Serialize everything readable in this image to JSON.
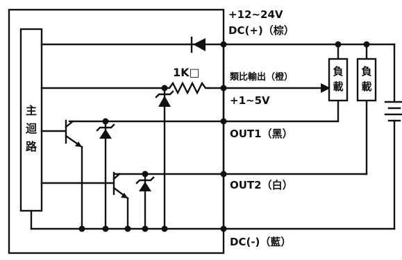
{
  "terminals": {
    "supply_voltage": "+12~24V",
    "dc_plus": "DC(+)（棕）",
    "analog_out": "類比輸出（橙）",
    "analog_range": "+1~5V",
    "out1": "OUT1（黑）",
    "out2": "OUT2（白）",
    "dc_minus": "DC(-)（藍）"
  },
  "components": {
    "resistor": "1K□",
    "main_circuit": [
      "主",
      "迴",
      "路"
    ],
    "load_1": [
      "負",
      "載"
    ],
    "load_2": [
      "負",
      "載"
    ]
  }
}
